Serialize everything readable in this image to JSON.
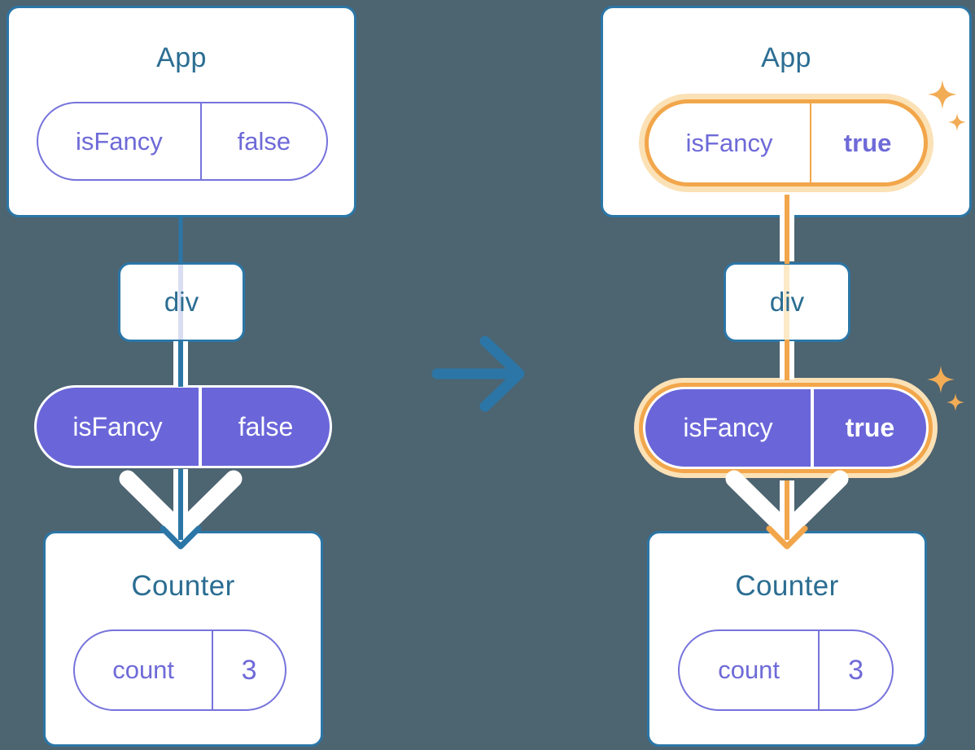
{
  "colors": {
    "background": "#4d6471",
    "card_border_blue": "#2b76a6",
    "heading_text": "#2b6d92",
    "purple_fill": "#6a66d9",
    "purple_text": "#6e6ad8",
    "purple_border": "#7673dc",
    "highlight_orange": "#f2a64b",
    "highlight_glow": "#fbe1b6",
    "sparkle_orange": "#f1ac55",
    "inner_pipe_left": "#d9def3",
    "inner_pipe_right": "#fce9c8",
    "white": "#ffffff"
  },
  "icons": {
    "transition_arrow": "right-arrow-icon",
    "sparkles": "sparkle-icon",
    "flow_chevron": "chevron-down-icon"
  },
  "left_tree": {
    "app_card": {
      "title": "App",
      "prop": {
        "name": "isFancy",
        "value": "false"
      }
    },
    "div_box": {
      "label": "div"
    },
    "prop_pill": {
      "name": "isFancy",
      "value": "false"
    },
    "counter_card": {
      "title": "Counter",
      "state": {
        "name": "count",
        "value": "3"
      }
    }
  },
  "right_tree": {
    "app_card": {
      "title": "App",
      "prop": {
        "name": "isFancy",
        "value": "true"
      }
    },
    "div_box": {
      "label": "div"
    },
    "prop_pill": {
      "name": "isFancy",
      "value": "true"
    },
    "counter_card": {
      "title": "Counter",
      "state": {
        "name": "count",
        "value": "3"
      }
    }
  }
}
